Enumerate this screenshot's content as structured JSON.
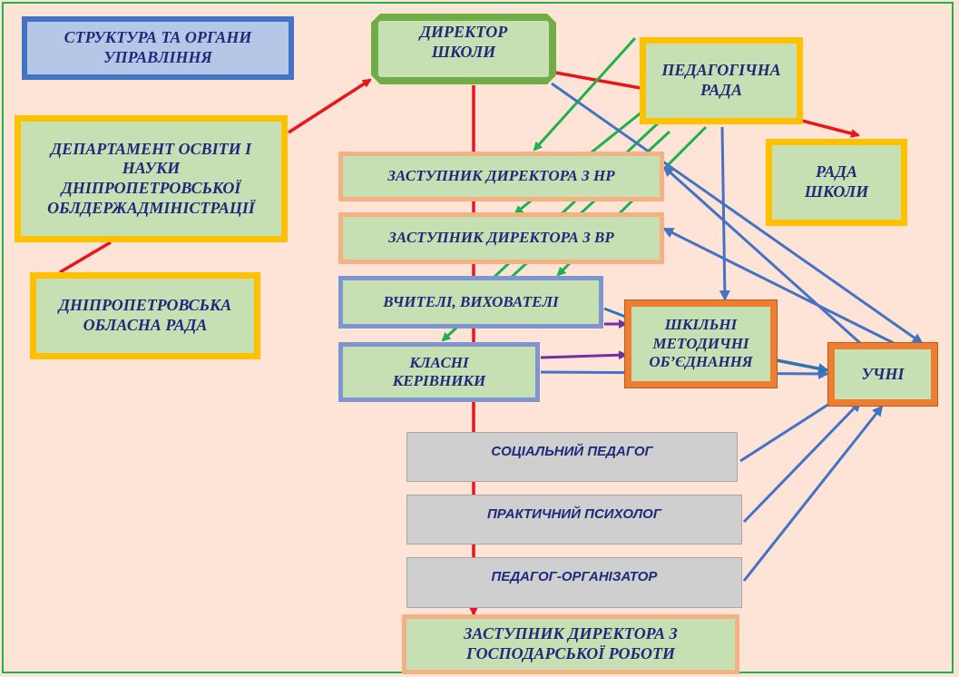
{
  "title": "СТРУКТУРА ТА ОРГАНИ\nУПРАВЛІННЯ",
  "nodes": {
    "director": "ДИРЕКТОР\nШКОЛИ",
    "ped_council": "ПЕДАГОГІЧНА\nРАДА",
    "school_council": "РАДА\nШКОЛИ",
    "department": "ДЕПАРТАМЕНТ ОСВІТИ І\nНАУКИ\nДНІПРОПЕТРОВСЬКОЇ\nОБЛДЕРЖАДМІНІСТРАЦІЇ",
    "regional_council": "ДНІПРОПЕТРОВСЬКА\nОБЛАСНА РАДА",
    "deputy_nr": "ЗАСТУПНИК ДИРЕКТОРА З НР",
    "deputy_vr": "ЗАСТУПНИК ДИРЕКТОРА З ВР",
    "teachers": "ВЧИТЕЛІ, ВИХОВАТЕЛІ",
    "class_leaders": "КЛАСНІ\nКЕРІВНИКИ",
    "method_assoc": "ШКІЛЬНІ\nМЕТОДИЧНІ\nОБ’ЄДНАННЯ",
    "pupils": "УЧНІ",
    "social_ped": "СОЦІАЛЬНИЙ ПЕДАГОГ",
    "psychologist": "ПРАКТИЧНИЙ ПСИХОЛОГ",
    "organizer": "ПЕДАГОГ-ОРГАНІЗАТОР",
    "deputy_household": "ЗАСТУПНИК ДИРЕКТОРА З\nГОСПОДАРСЬКОЇ РОБОТИ"
  },
  "colors": {
    "background": "#fde4d6",
    "frame": "#22b24c",
    "red_arrow": "#e8151c",
    "green_arrow": "#1db24a",
    "blue_arrow": "#4472c4",
    "purple_arrow": "#7030a0",
    "teal_arrow": "#2e75b6",
    "box_fill": "#c6e0b4",
    "yellow_border": "#ffc000",
    "orange_border": "#ed7d31",
    "peach_border": "#f4b183",
    "blue_border": "#7f95cf",
    "gray_box": "#cfcfcf",
    "text": "#1f2a7a"
  }
}
